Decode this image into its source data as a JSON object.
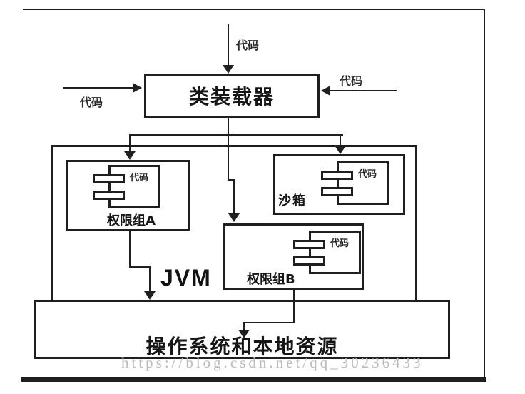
{
  "diagram": {
    "class_loader": "类装载器",
    "jvm_label": "JVM",
    "permission_group_a": "权限组A",
    "sandbox": "沙箱",
    "permission_group_b": "权限组B",
    "os_and_local_resources": "操作系统和本地资源",
    "code_label": "代码"
  },
  "watermark": {
    "text": "https://blog.csdn.net/qq_30236433"
  },
  "colors": {
    "line": "#1f1f1f",
    "background": "#ffffff",
    "watermark_gray": "#b9b9b9"
  }
}
